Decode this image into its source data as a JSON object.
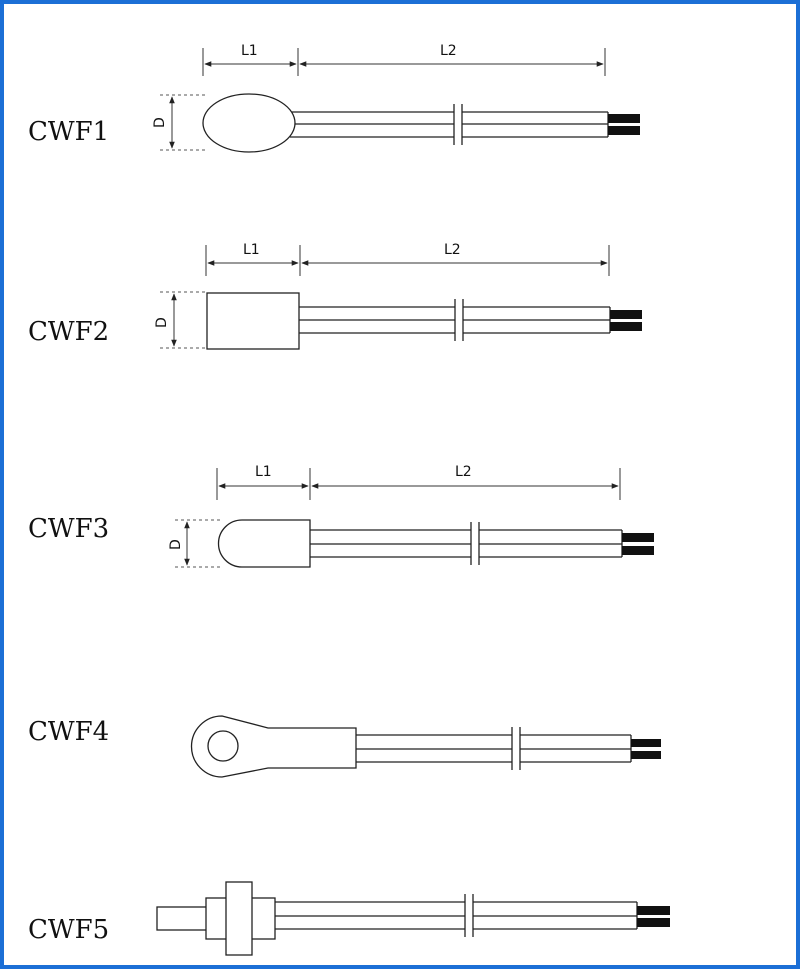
{
  "colors": {
    "border": "#1c6fd6",
    "line": "#222222",
    "background": "#ffffff"
  },
  "dimensions": {
    "l1": "L1",
    "l2": "L2",
    "d": "D"
  },
  "variants": [
    {
      "label": "CWF1"
    },
    {
      "label": "CWF2"
    },
    {
      "label": "CWF3"
    },
    {
      "label": "CWF4"
    },
    {
      "label": "CWF5"
    }
  ]
}
